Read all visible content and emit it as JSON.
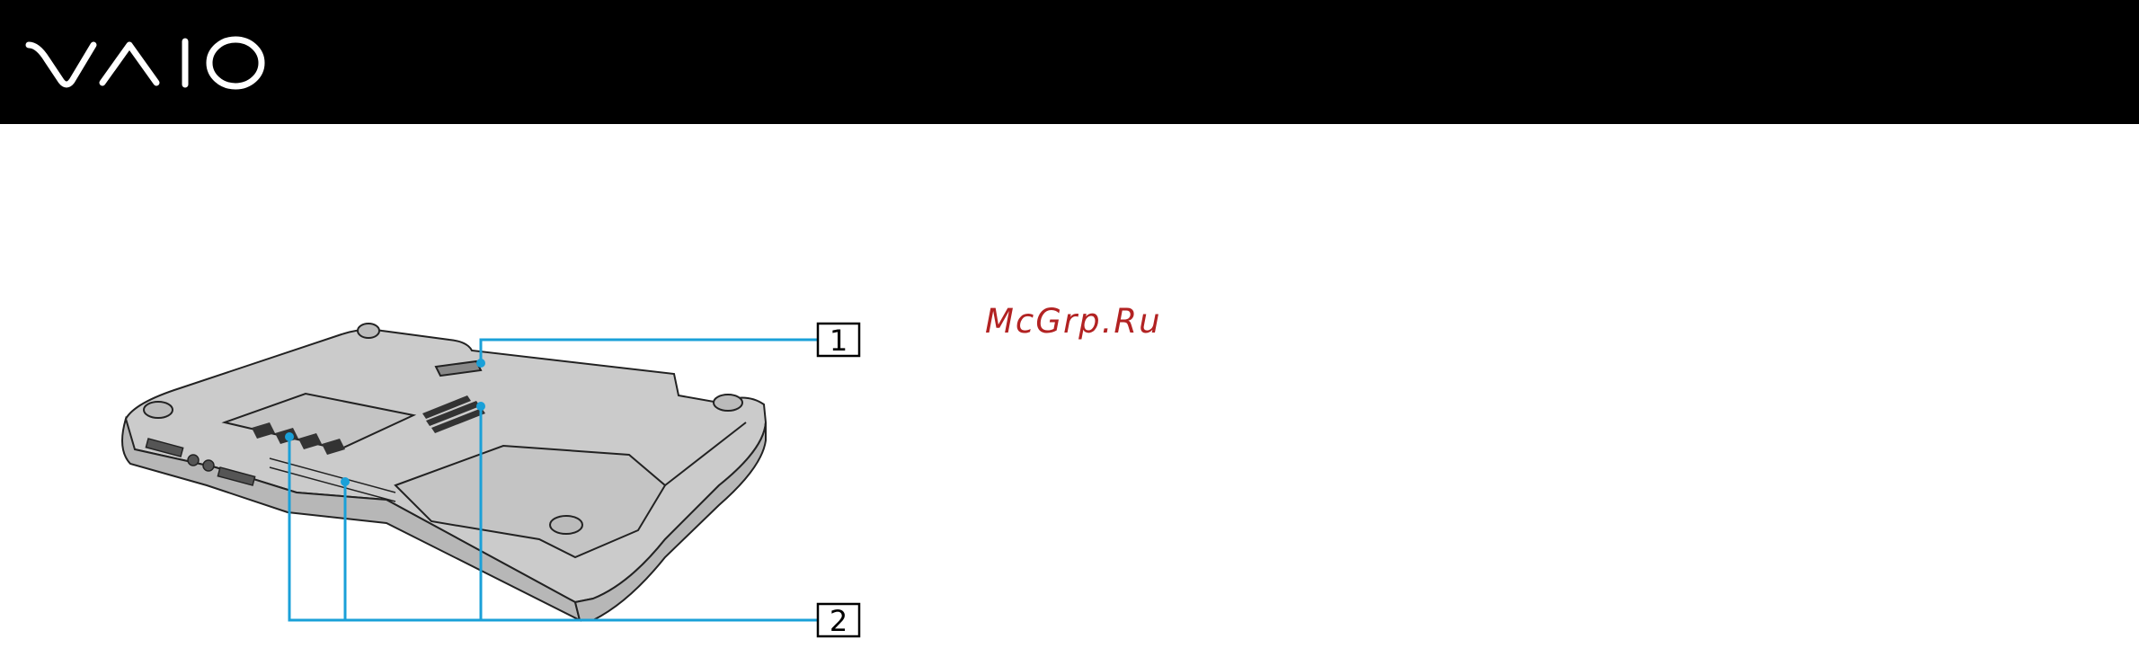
{
  "header": {
    "logo_text": "VAIO",
    "logo_icon": "vaio-logo"
  },
  "watermark": {
    "text": "McGrp.Ru"
  },
  "figure": {
    "callouts": [
      {
        "number": "1"
      },
      {
        "number": "2"
      }
    ]
  },
  "colors": {
    "header_bg": "#000000",
    "callout_line": "#1aa0d8",
    "watermark": "#b22222",
    "laptop_body": "#c9c9c9"
  }
}
